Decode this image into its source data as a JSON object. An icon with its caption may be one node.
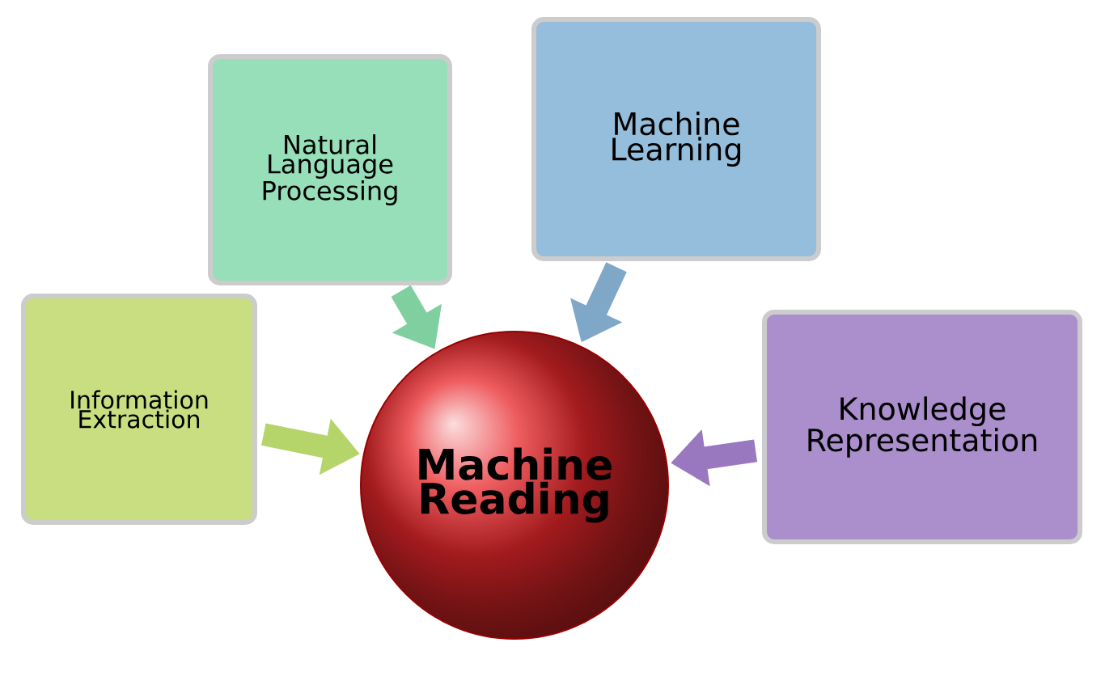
{
  "diagram": {
    "nodes": [
      {
        "text": [
          "Machine Reading"
        ]
      },
      {
        "text": [
          "Information Extraction"
        ]
      },
      {
        "text": [
          "Natural Language Processing"
        ]
      },
      {
        "text": [
          "Machine Learning"
        ]
      },
      {
        "text": [
          "Knowledge Representation"
        ]
      }
    ],
    "edges": [
      {
        "from": 1,
        "to": 0,
        "arrow": "to",
        "color": "#b5d46a"
      },
      {
        "from": 2,
        "to": 0,
        "arrow": "to",
        "color": "#7fcf9f"
      },
      {
        "from": 3,
        "to": 0,
        "arrow": "to",
        "color": "#7fa8c8"
      },
      {
        "from": 4,
        "to": 0,
        "arrow": "to",
        "color": "#9a78c0"
      }
    ]
  }
}
